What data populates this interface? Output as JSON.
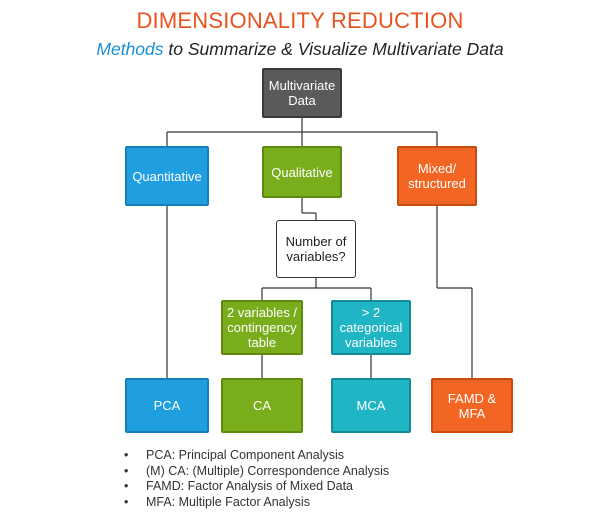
{
  "header": {
    "title": "DIMENSIONALITY REDUCTION",
    "subtitle_highlight": "Methods",
    "subtitle_rest": " to Summarize & Visualize Multivariate Data"
  },
  "nodes": {
    "root": "Multivariate Data",
    "quantitative": "Quantitative",
    "qualitative": "Qualitative",
    "mixed": "Mixed/ structured",
    "question": "Number of variables?",
    "two_vars": "2 variables / contingency table",
    "more_vars": "> 2 categorical variables",
    "pca": "PCA",
    "ca": "CA",
    "mca": "MCA",
    "famd": "FAMD & MFA"
  },
  "legend": [
    "PCA: Principal Component Analysis",
    "(M) CA: (Multiple) Correspondence Analysis",
    "FAMD: Factor Analysis of Mixed Data",
    "MFA: Multiple Factor Analysis"
  ],
  "colors": {
    "title": "#e8531f",
    "highlight": "#1a8fd6",
    "dark": "#5a5a5a",
    "blue": "#1f9ee0",
    "green": "#79ad1c",
    "orange": "#f26522",
    "teal": "#1fb5c4"
  }
}
